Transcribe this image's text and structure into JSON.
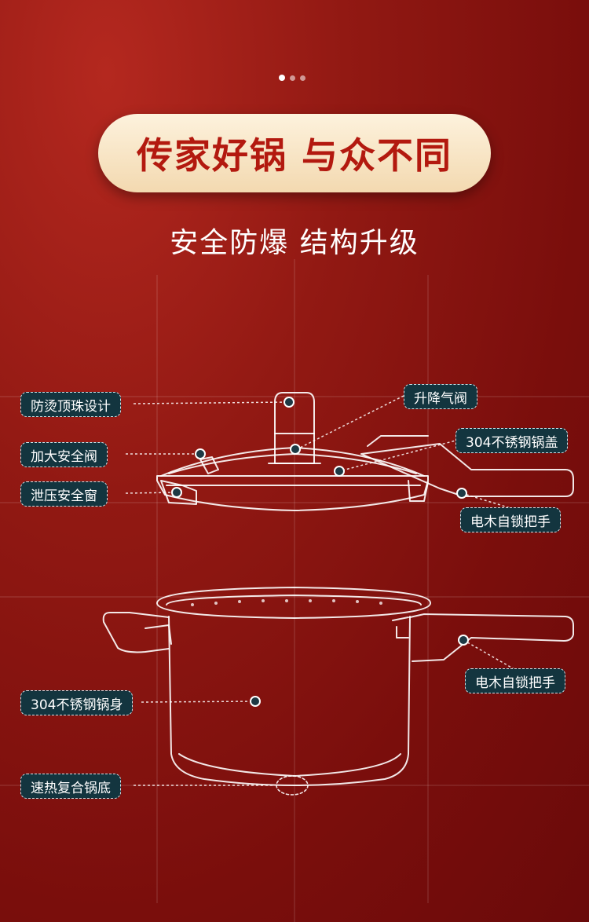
{
  "carousel": {
    "total": 3,
    "active_index": 0
  },
  "headline": "传家好锅 与众不同",
  "subheadline": "安全防爆 结构升级",
  "labels": {
    "top_knob": "防烫顶珠设计",
    "pressure_valve": "升降气阀",
    "safety_valve": "加大安全阀",
    "lid_material": "304不锈钢锅盖",
    "release_window": "泄压安全窗",
    "lid_handle": "电木自锁把手",
    "body_handle": "电木自锁把手",
    "body_material": "304不锈钢锅身",
    "base": "速热复合锅底"
  },
  "colors": {
    "headline_text": "#b3190f",
    "label_bg": "#13353f",
    "line": "#ffffff"
  }
}
